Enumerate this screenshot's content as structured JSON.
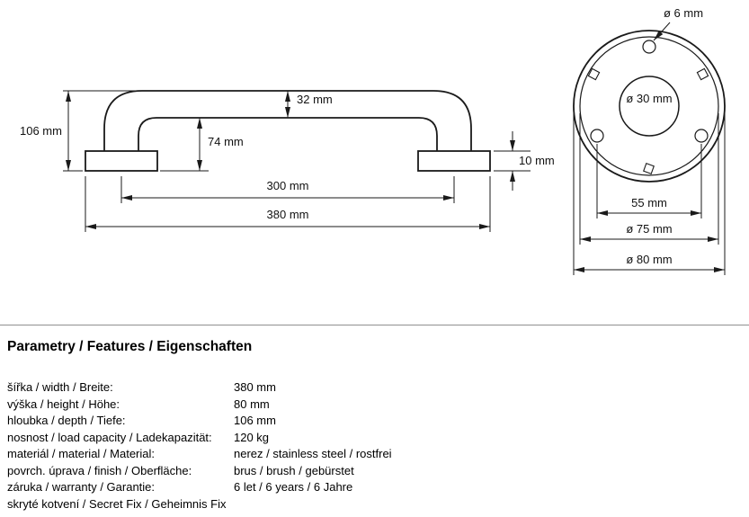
{
  "colors": {
    "background": "#ffffff",
    "line": "#1a1a1a",
    "divider": "#909090"
  },
  "side_view": {
    "height": "106 mm",
    "tube_diameter": "32 mm",
    "inner_height": "74 mm",
    "flange_thickness": "10 mm",
    "inner_span": "300 mm",
    "total_width": "380 mm"
  },
  "front_view": {
    "screw_hole": "ø 6 mm",
    "center_hole": "ø 30 mm",
    "hole_spacing": "55 mm",
    "bolt_circle": "ø 75 mm",
    "outer_diameter": "ø 80 mm"
  },
  "specs": {
    "title": "Parametry / Features / Eigenschaften",
    "rows": [
      {
        "label": "šířka / width / Breite:",
        "value": "380 mm"
      },
      {
        "label": "výška / height / Höhe:",
        "value": "80 mm"
      },
      {
        "label": "hloubka / depth / Tiefe:",
        "value": "106 mm"
      },
      {
        "label": "nosnost / load capacity / Ladekapazität:",
        "value": "120 kg"
      },
      {
        "label": "materiál / material / Material:",
        "value": "nerez / stainless steel / rostfrei"
      },
      {
        "label": "povrch. úprava / finish / Oberfläche:",
        "value": "brus / brush / gebürstet"
      },
      {
        "label": "záruka / warranty / Garantie:",
        "value": "6 let / 6 years / 6 Jahre"
      },
      {
        "label": "skryté kotvení / Secret Fix / Geheimnis Fix",
        "value": ""
      }
    ]
  }
}
